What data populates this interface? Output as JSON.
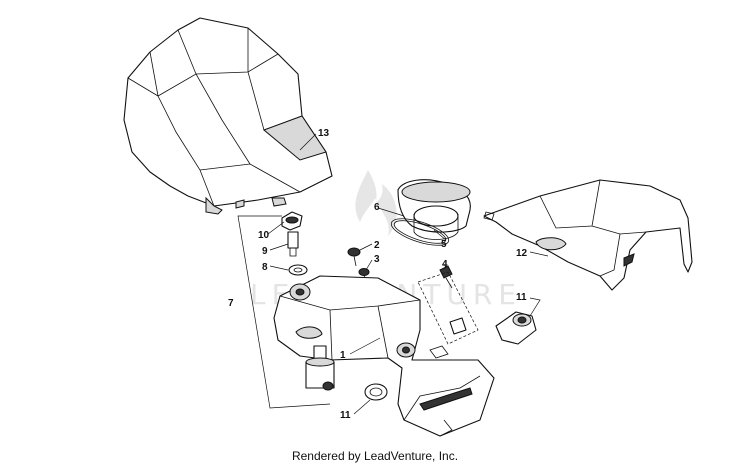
{
  "callouts": {
    "c1": "1",
    "c2": "2",
    "c3": "3",
    "c4": "4",
    "c5": "5",
    "c6": "6",
    "c7": "7",
    "c8": "8",
    "c9": "9",
    "c10": "10",
    "c11a": "11",
    "c11b": "11",
    "c12": "12",
    "c13": "13"
  },
  "watermark": "LEADVENTURE",
  "footer": {
    "credit": "Rendered by LeadVenture, Inc."
  }
}
